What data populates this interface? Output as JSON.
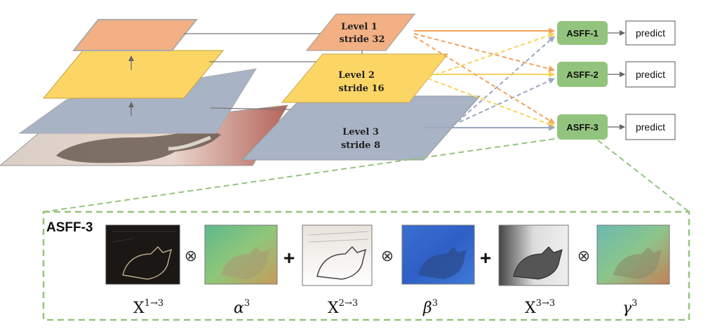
{
  "levels": [
    {
      "name": "Level 1",
      "stride": "stride 32",
      "color": "#f2b084"
    },
    {
      "name": "Level 2",
      "stride": "stride 16",
      "color": "#fcd665"
    },
    {
      "name": "Level 3",
      "stride": "stride 8",
      "color": "#a8b3c6"
    }
  ],
  "asff_nodes": [
    {
      "label": "ASFF-1",
      "output": "predict"
    },
    {
      "label": "ASFF-2",
      "output": "predict"
    },
    {
      "label": "ASFF-3",
      "output": "predict"
    }
  ],
  "detail": {
    "title": "ASFF-3",
    "terms": [
      {
        "base": "X",
        "sup": "1→3"
      },
      {
        "base": "α",
        "sup": "3"
      },
      {
        "base": "X",
        "sup": "2→3"
      },
      {
        "base": "β",
        "sup": "3"
      },
      {
        "base": "X",
        "sup": "3→3"
      },
      {
        "base": "γ",
        "sup": "3"
      }
    ],
    "multiply_symbol": "⊗",
    "plus_symbol": "+"
  },
  "colors": {
    "level1": "#f2b084",
    "level2": "#fcd665",
    "level3": "#a8b3c6",
    "asff_green": "#93c47d",
    "dashed_green": "#93c47d"
  }
}
